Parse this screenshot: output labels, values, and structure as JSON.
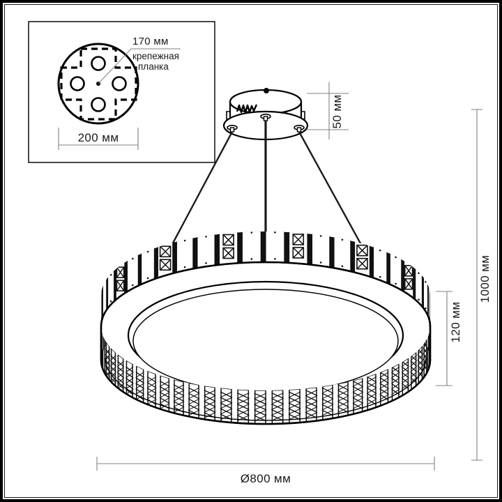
{
  "drawing": {
    "title": "Pendant ring chandelier technical dimension drawing",
    "units": "мм",
    "line_color": "#1a1a1a",
    "dimension_color": "#808080",
    "background": "#ffffff"
  },
  "inset": {
    "name": "ceiling-mount-plate-detail",
    "label_bracket_size": "170 мм",
    "label_bracket_name_line1": "крепежная",
    "label_bracket_name_line2": "планка",
    "label_plate_diameter": "200 мм",
    "hole_count": 4,
    "plate_shape": "circle",
    "bracket_shape": "dashed-cross"
  },
  "dimensions": {
    "canopy_height": "50 мм",
    "total_drop": "1000 мм",
    "ring_height": "120 мм",
    "ring_diameter": "Ø800 мм"
  },
  "fixture": {
    "canopy_name": "ceiling-canopy",
    "cable_count": 3,
    "ring_name": "crystal-ring-shade",
    "upper_band_panels": 44,
    "lower_band_bars": 60
  }
}
